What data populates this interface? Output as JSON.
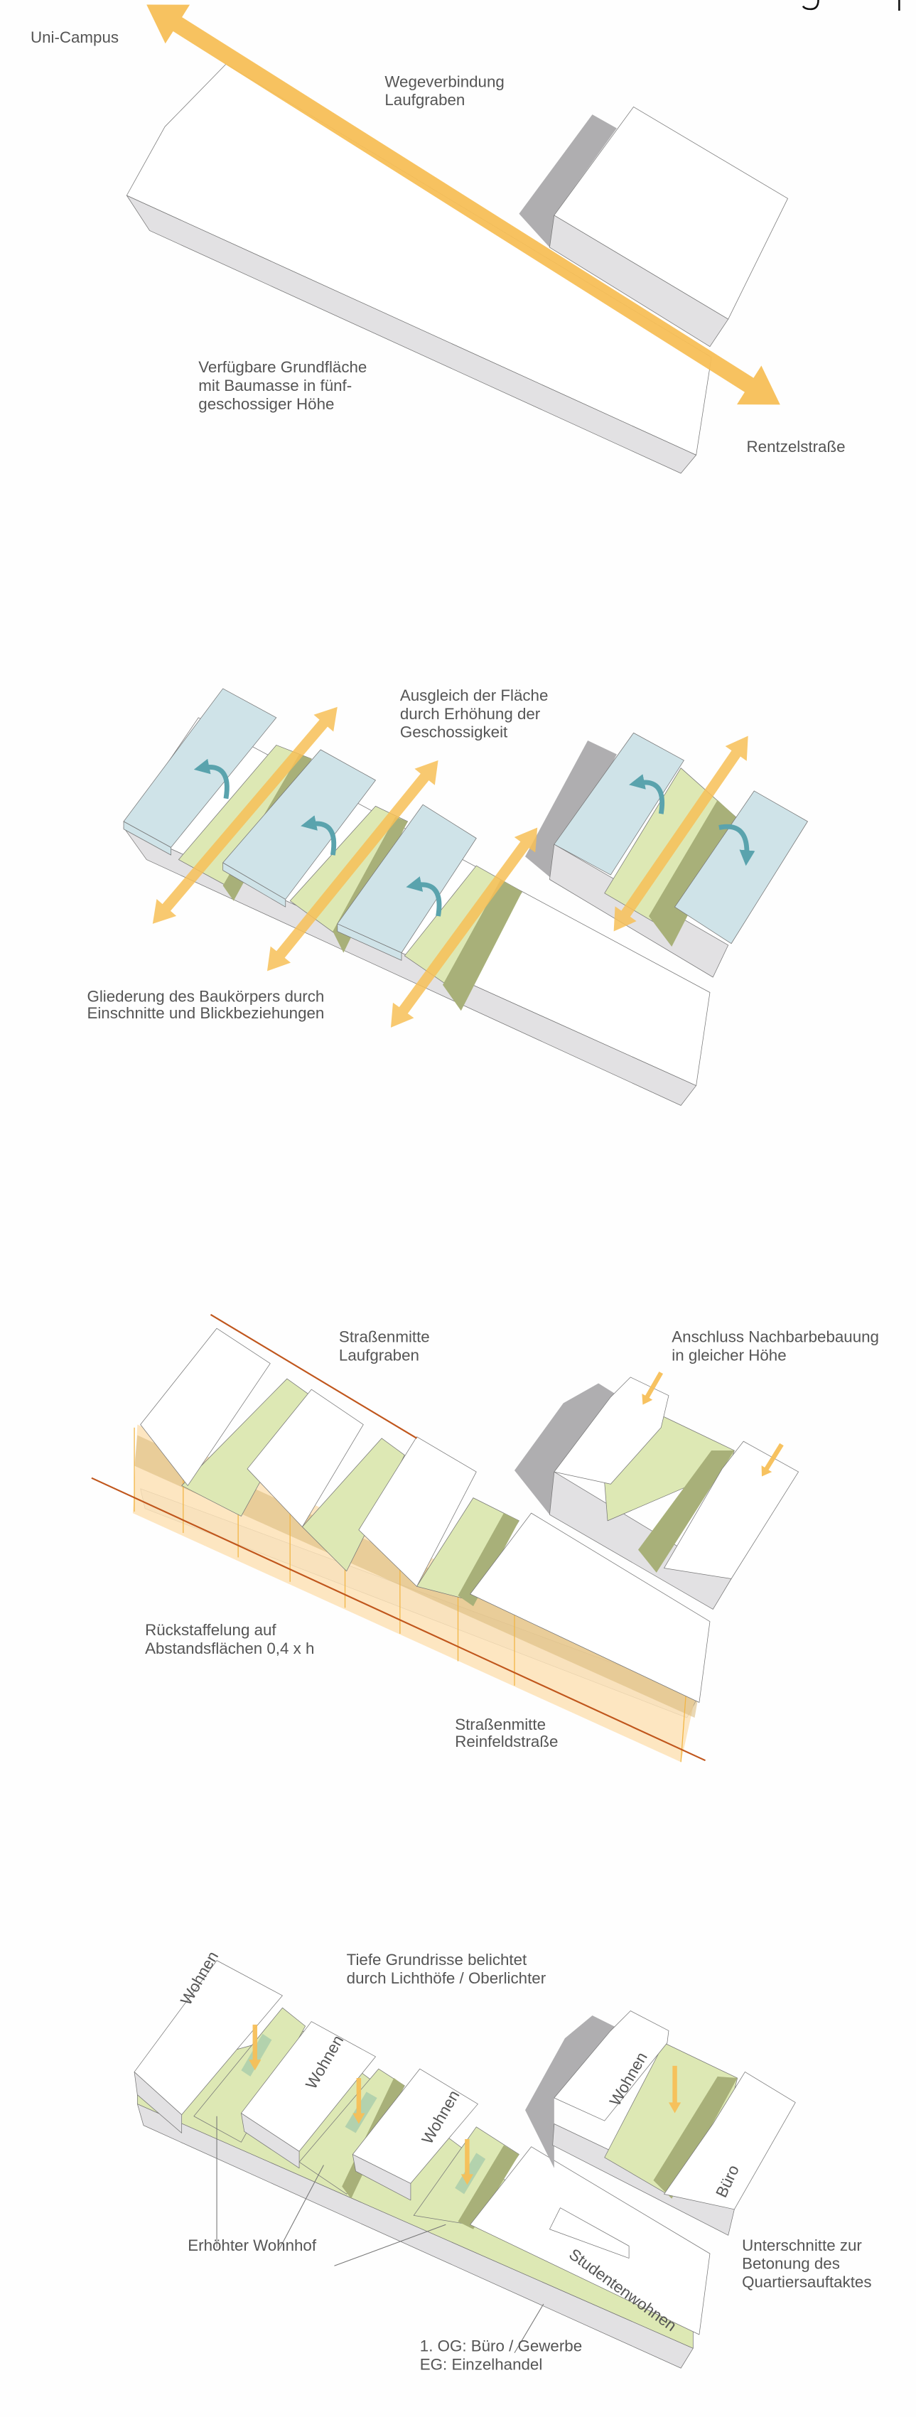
{
  "colors": {
    "arrow": "#f7bf57",
    "teal": "#5aa3ad",
    "orange_line": "#c0561c",
    "blue_block": "#cfe3e8",
    "green_court": "#dde8b4",
    "grey_neighbor": "#afaeb0"
  },
  "diagram1": {
    "uni_campus": "Uni-Campus",
    "wegeverbindung": [
      "Wegeverbindung",
      "Laufgraben"
    ],
    "grundflaeche": [
      "Verfügbare Grundfläche",
      "mit Baumasse in fünf-",
      "geschossiger Höhe"
    ],
    "rentzelstrasse": "Rentzelstraße"
  },
  "diagram2": {
    "ausgleich": [
      "Ausgleich der Fläche",
      "durch Erhöhung der",
      "Geschossigkeit"
    ],
    "gliederung": [
      "Gliederung des Baukörpers durch",
      "Einschnitte und Blickbeziehungen"
    ]
  },
  "diagram3": {
    "strassenmitte_laufgraben": [
      "Straßenmitte",
      "Laufgraben"
    ],
    "anschluss": [
      "Anschluss Nachbarbebauung",
      "in gleicher Höhe"
    ],
    "rueckstaffelung": [
      "Rückstaffelung auf",
      "Abstandsflächen 0,4 x h"
    ],
    "strassenmitte_reinfeld": [
      "Straßenmitte",
      "Reinfeldstraße"
    ]
  },
  "diagram4": {
    "tiefe_grundrisse": [
      "Tiefe Grundrisse belichtet",
      "durch Lichthöfe / Oberlichter"
    ],
    "wohnen": "Wohnen",
    "buero": "Büro",
    "studentenwohnen": "Studentenwohnen",
    "erhoehter_wohnhof": "Erhöhter Wohnhof",
    "unterschnitte": [
      "Unterschnitte zur",
      "Betonung des",
      "Quartiersauftaktes"
    ],
    "geschosse": [
      "1. OG: Büro / Gewerbe",
      "EG: Einzelhandel"
    ]
  }
}
